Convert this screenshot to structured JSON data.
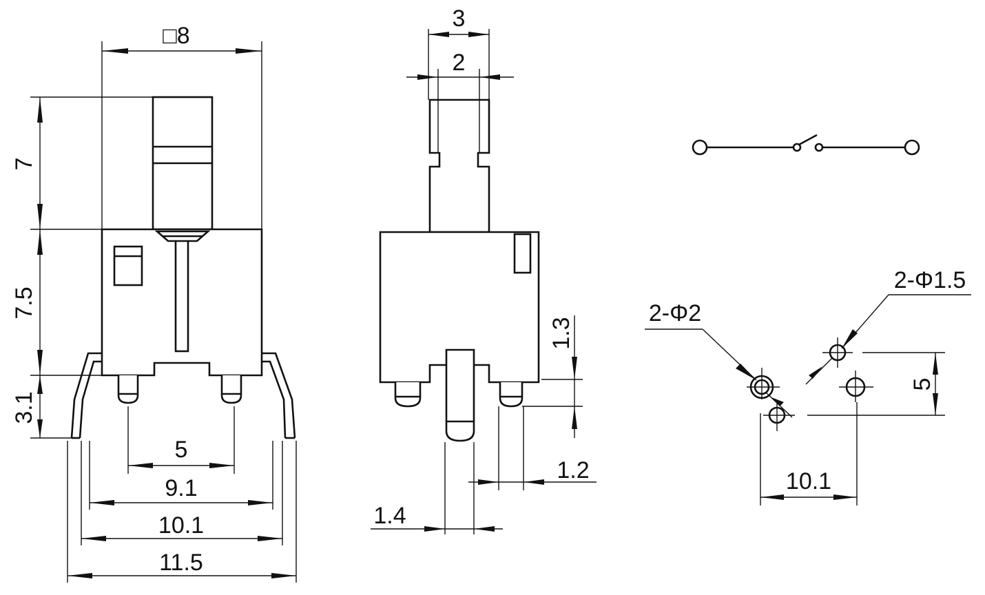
{
  "front_view": {
    "body_square": "□8",
    "dim_plunger_height": "7",
    "dim_body_height": "7.5",
    "dim_leg_height": "3.1",
    "dim_pin_pitch": "5",
    "dim_leg_span_inner": "9.1",
    "dim_leg_span_mid": "10.1",
    "dim_leg_span_outer": "11.5"
  },
  "side_view": {
    "dim_plunger_width": "3",
    "dim_plunger_neck": "2",
    "dim_pin_length": "1.3",
    "dim_pin_width": "1.2",
    "dim_leg_width": "1.4"
  },
  "schematic": {
    "symbol": "switch-normally-open-icon"
  },
  "pcb_layout": {
    "hole_large": "2-Φ2",
    "hole_small": "2-Φ1.5",
    "dim_vertical": "5",
    "dim_horizontal": "10.1"
  }
}
